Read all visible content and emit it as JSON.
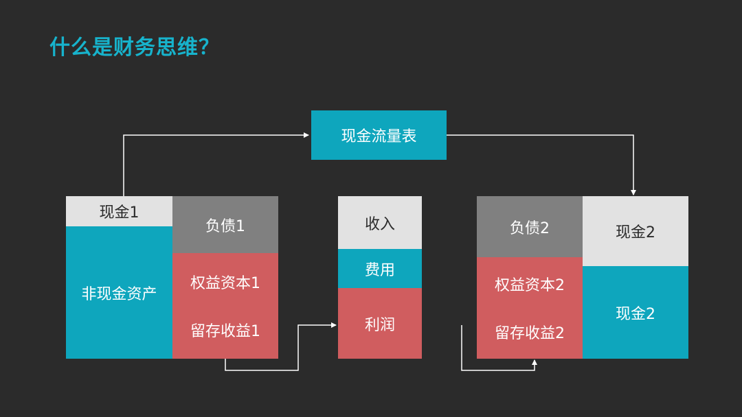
{
  "title": "什么是财务思维？",
  "cash_flow": "现金流量表",
  "left": {
    "cash": "现金1",
    "noncash": "非现金资产",
    "liability": "负债1",
    "equity": "权益资本1",
    "retained": "留存收益1"
  },
  "middle": {
    "revenue": "收入",
    "expense": "费用",
    "profit": "利润"
  },
  "right": {
    "liability": "负债2",
    "equity": "权益资本2",
    "retained": "留存收益2",
    "cash_top": "现金2",
    "cash_bottom": "现金2"
  },
  "colors": {
    "accent": "#17b3cc",
    "teal": "#0ea6bd",
    "light": "#e2e2e2",
    "grey": "#808080",
    "red": "#d05d5f"
  }
}
